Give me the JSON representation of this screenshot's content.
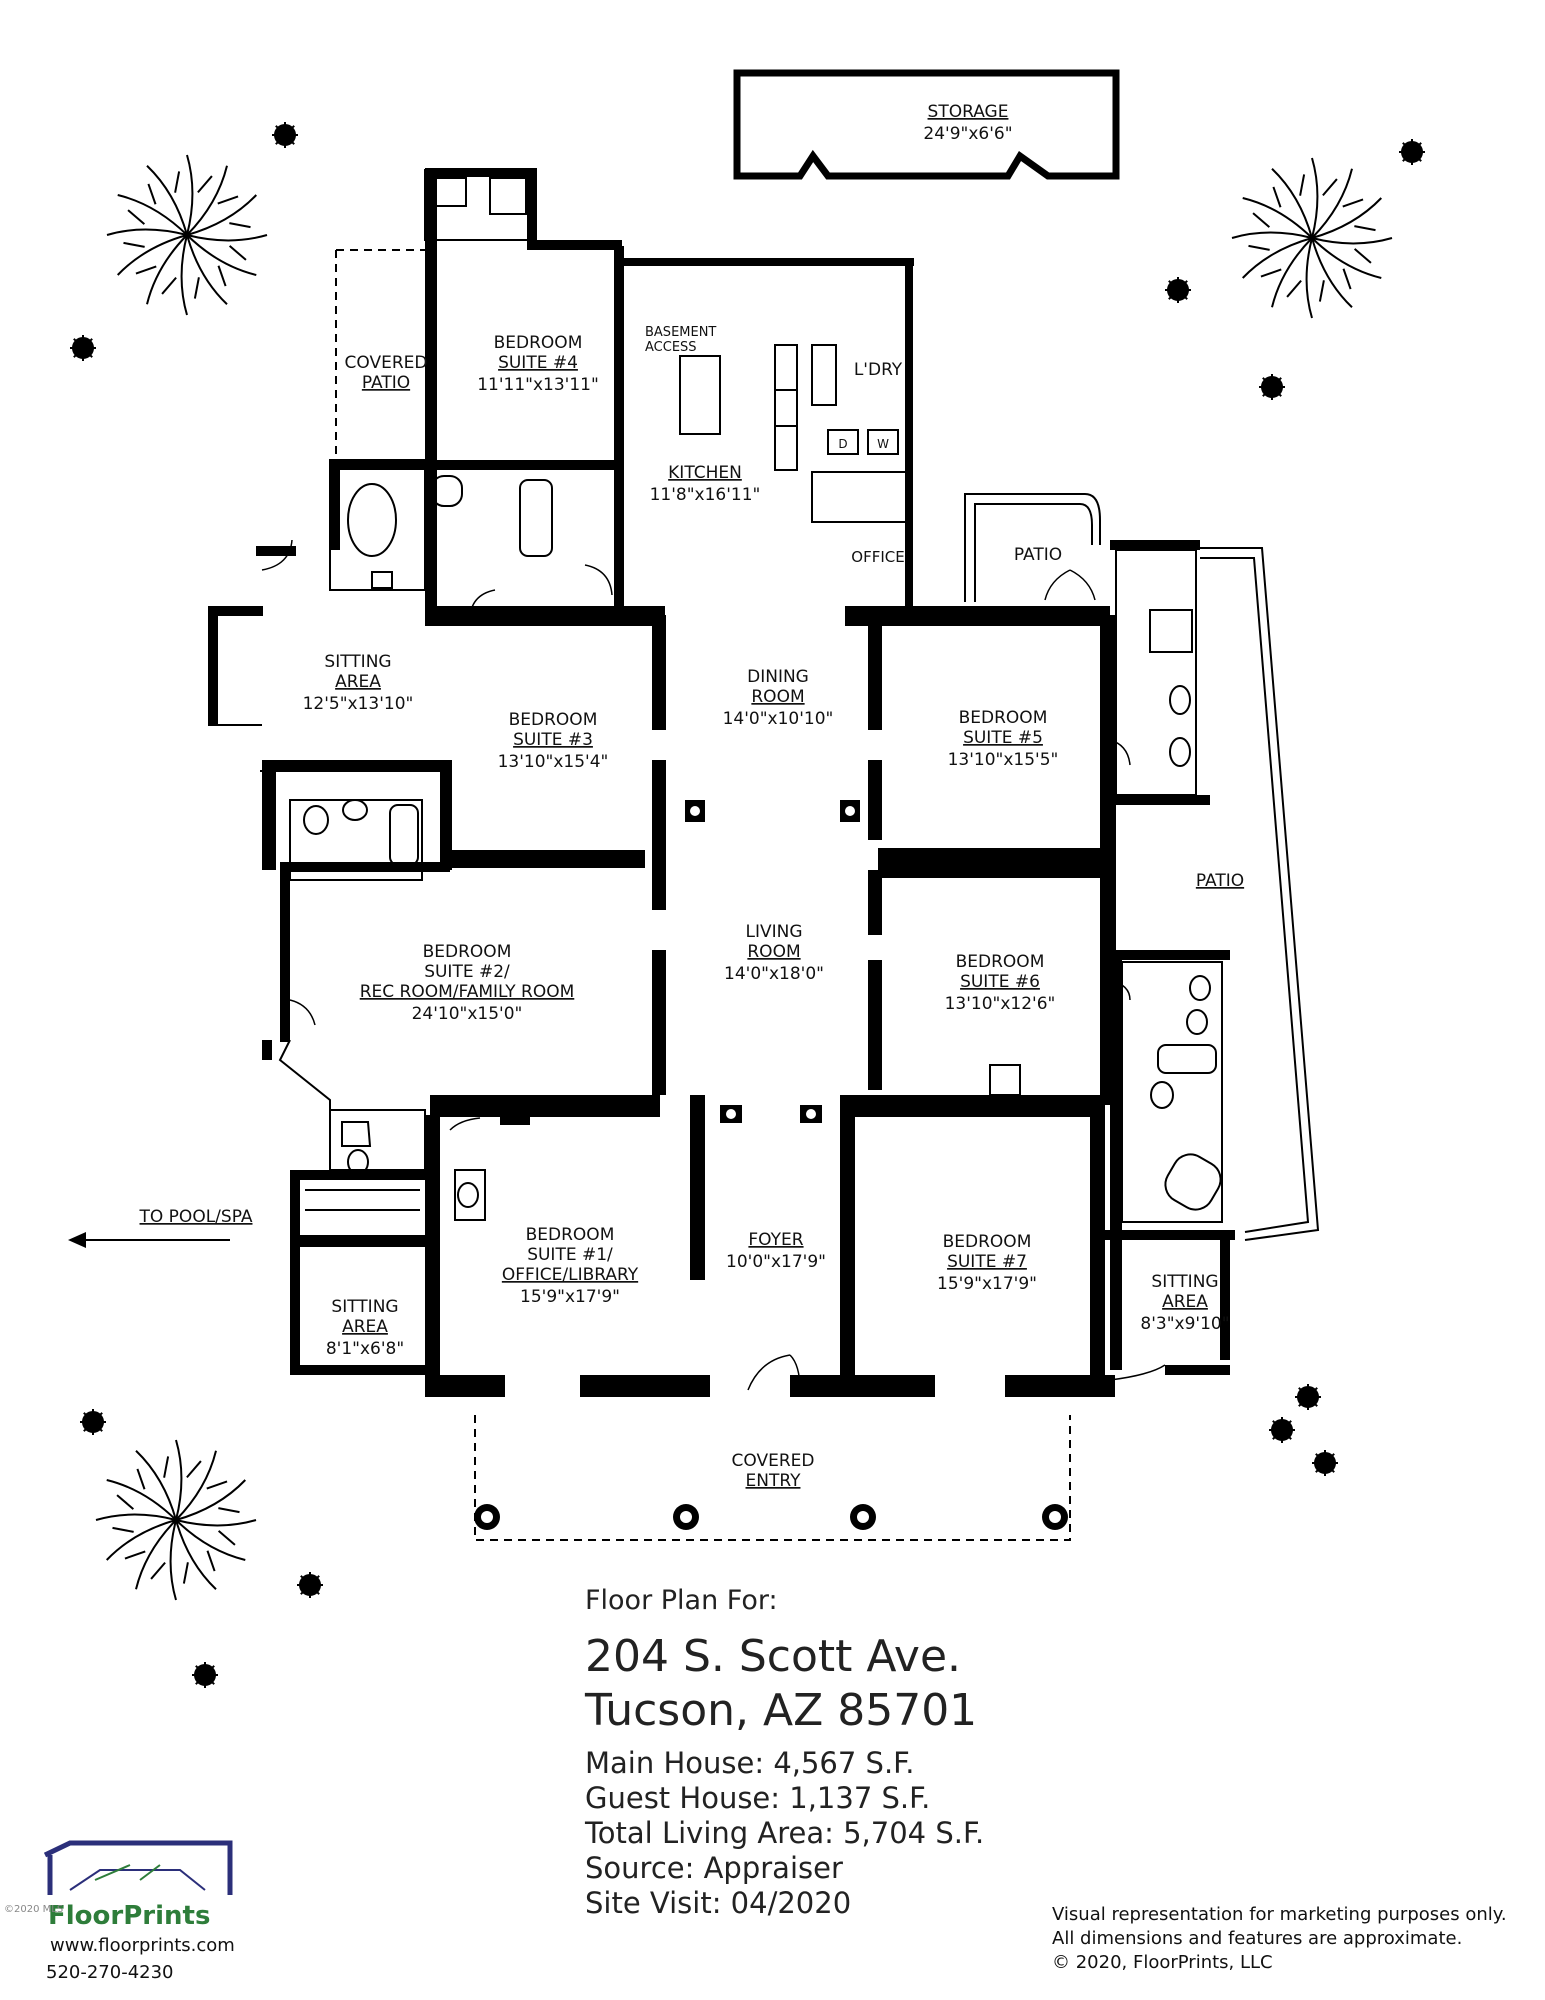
{
  "rooms": {
    "storage": {
      "name": "STORAGE",
      "dims": "24'9\"x6'6\""
    },
    "bedroom4": {
      "line1": "BEDROOM",
      "line2": "SUITE #4",
      "dims": "11'11\"x13'11\""
    },
    "covered_patio": {
      "line1": "COVERED",
      "line2": "PATIO"
    },
    "basement": {
      "line1": "BASEMENT",
      "line2": "ACCESS"
    },
    "laundry": {
      "name": "L'DRY"
    },
    "washer": "W",
    "dryer": "D",
    "kitchen": {
      "name": "KITCHEN",
      "dims": "11'8\"x16'11\""
    },
    "office": {
      "name": "OFFICE"
    },
    "patio_top": {
      "name": "PATIO"
    },
    "sitting_top": {
      "line1": "SITTING",
      "line2": "AREA",
      "dims": "12'5\"x13'10\""
    },
    "bedroom3": {
      "line1": "BEDROOM",
      "line2": "SUITE #3",
      "dims": "13'10\"x15'4\""
    },
    "dining": {
      "line1": "DINING",
      "line2": "ROOM",
      "dims": "14'0\"x10'10\""
    },
    "bedroom5": {
      "line1": "BEDROOM",
      "line2": "SUITE #5",
      "dims": "13'10\"x15'5\""
    },
    "patio_right": {
      "name": "PATIO"
    },
    "bedroom2": {
      "line1": "BEDROOM",
      "line2": "SUITE #2/",
      "line3": "REC ROOM/FAMILY ROOM",
      "dims": "24'10\"x15'0\""
    },
    "living": {
      "line1": "LIVING",
      "line2": "ROOM",
      "dims": "14'0\"x18'0\""
    },
    "bedroom6": {
      "line1": "BEDROOM",
      "line2": "SUITE #6",
      "dims": "13'10\"x12'6\""
    },
    "pool": {
      "name": "TO POOL/SPA"
    },
    "bedroom1": {
      "line1": "BEDROOM",
      "line2": "SUITE #1/",
      "line3": "OFFICE/LIBRARY",
      "dims": "15'9\"x17'9\""
    },
    "foyer": {
      "name": "FOYER",
      "dims": "10'0\"x17'9\""
    },
    "bedroom7": {
      "line1": "BEDROOM",
      "line2": "SUITE #7",
      "dims": "15'9\"x17'9\""
    },
    "sitting_left": {
      "line1": "SITTING",
      "line2": "AREA",
      "dims": "8'1\"x6'8\""
    },
    "sitting_right": {
      "line1": "SITTING",
      "line2": "AREA",
      "dims": "8'3\"x9'10\""
    },
    "covered_entry": {
      "line1": "COVERED",
      "line2": "ENTRY"
    }
  },
  "info": {
    "heading": "Floor Plan For:",
    "address1": "204 S. Scott Ave.",
    "address2": "Tucson, AZ  85701",
    "main_house": "Main House:  4,567 S.F.",
    "guest_house": "Guest House:  1,137 S.F.",
    "total": "Total Living Area:  5,704 S.F.",
    "source": "Source:  Appraiser",
    "site_visit": "Site Visit:  04/2020"
  },
  "brand": {
    "name": "FloorPrints",
    "website": "www.floorprints.com",
    "phone": "520-270-4230",
    "watermark": "©2020 MLS"
  },
  "disclaimer": {
    "line1": "Visual representation for marketing purposes only.",
    "line2": "All dimensions and features are approximate.",
    "line3": "© 2020, FloorPrints, LLC"
  },
  "colors": {
    "wall": "#000000",
    "brand_green": "#2e7d3a",
    "brand_blue": "#2b2f7a"
  }
}
